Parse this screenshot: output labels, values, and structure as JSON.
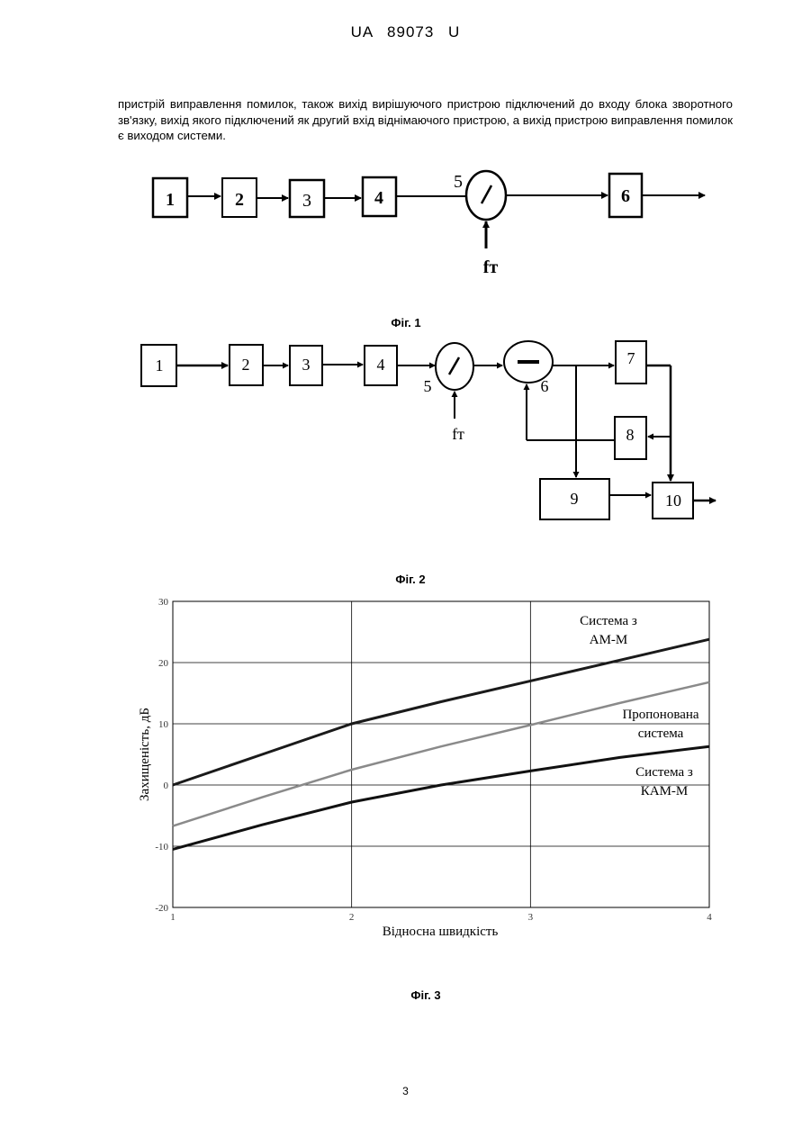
{
  "header": {
    "text": "UA   89073   U"
  },
  "paragraph": "пристрій виправлення помилок, також вихід вирішуючого пристрою підключений до входу блока зворотного зв'язку, вихід якого підключений як другий вхід віднімаючого пристрою, а вихід пристрою виправлення помилок є виходом системи.",
  "fig1": {
    "caption": "Фіг. 1",
    "blocks": [
      "1",
      "2",
      "3",
      "4",
      "6"
    ],
    "switch_label": "5",
    "clock_label": "fт"
  },
  "fig2": {
    "caption": "Фіг. 2",
    "blocks": [
      "1",
      "2",
      "3",
      "4",
      "7",
      "8",
      "9",
      "10"
    ],
    "switch_label": "5",
    "subtractor_label": "6",
    "clock_label": "fт"
  },
  "fig3": {
    "caption": "Фіг. 3",
    "chart_data": {
      "type": "line",
      "xlabel": "Відносна швидкість",
      "ylabel": "Захищеність, дБ",
      "xlim": [
        1,
        4
      ],
      "ylim": [
        -20,
        30
      ],
      "xticks": [
        "1",
        "2",
        "3",
        "4"
      ],
      "yticks": [
        "30",
        "20",
        "10",
        "0",
        "-10",
        "-20"
      ],
      "grid": true,
      "series": [
        {
          "name": "Система з АМ-M",
          "label_lines": [
            "Система з",
            "АМ-M"
          ],
          "color": "#1a1a1a",
          "x": [
            1,
            1.5,
            2,
            2.5,
            3,
            3.5,
            4
          ],
          "y": [
            0,
            5,
            10,
            13.6,
            17,
            20.4,
            23.8
          ]
        },
        {
          "name": "Пропонована система",
          "label_lines": [
            "Пропонована",
            "система"
          ],
          "color": "#8a8a8a",
          "x": [
            1,
            1.5,
            2,
            2.5,
            3,
            3.5,
            4
          ],
          "y": [
            -6.7,
            -2,
            2.5,
            6.3,
            9.8,
            13.4,
            16.8
          ]
        },
        {
          "name": "Система з КАМ-M",
          "label_lines": [
            "Система з",
            "КАМ-M"
          ],
          "color": "#111111",
          "x": [
            1,
            1.5,
            2,
            2.5,
            3,
            3.5,
            4
          ],
          "y": [
            -10.5,
            -6.5,
            -2.8,
            0,
            2.3,
            4.5,
            6.3
          ]
        }
      ]
    }
  },
  "page_number": "3"
}
